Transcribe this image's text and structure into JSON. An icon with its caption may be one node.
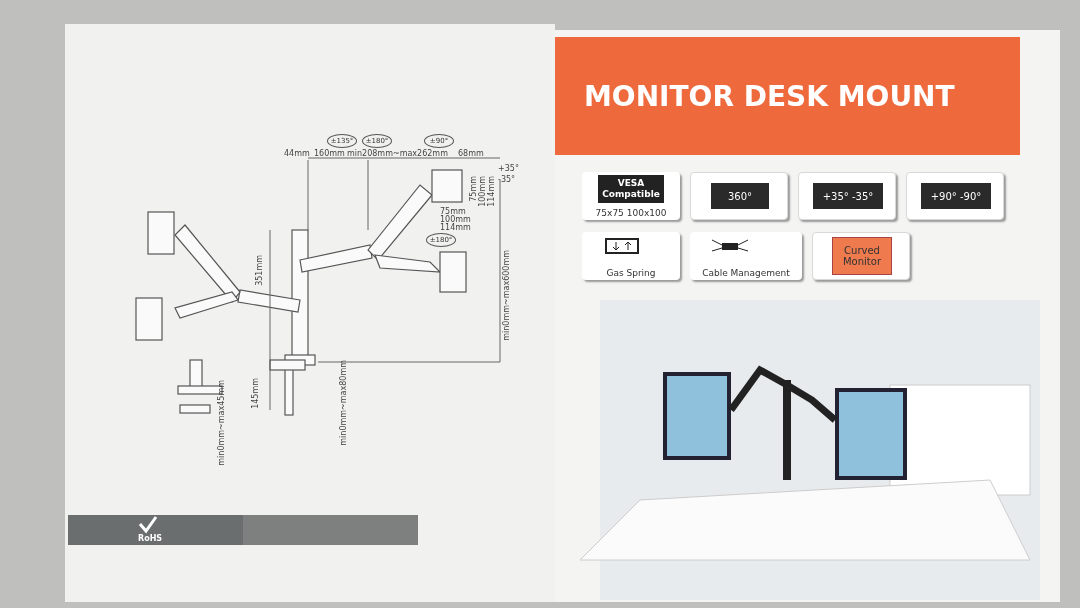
{
  "diagram": {
    "title": "MONITOR DESK MOUNT",
    "nodes": [
      {
        "text": [
          "±135°"
        ]
      },
      {
        "text": [
          "±180°"
        ]
      },
      {
        "text": [
          "±90°"
        ]
      },
      {
        "text": [
          "±180°"
        ]
      },
      {
        "text": [
          "75x75 100x100"
        ]
      },
      {
        "text": [
          "VESA Compatible"
        ],
        "in": 4
      },
      {
        "text": [],
        "shape": "box"
      },
      {
        "text": [
          "360°"
        ],
        "in": 6
      },
      {
        "text": [],
        "shape": "box"
      },
      {
        "text": [
          "+35° -35°"
        ],
        "in": 8
      },
      {
        "text": [],
        "shape": "box"
      },
      {
        "text": [
          "+90° -90°"
        ],
        "in": 10
      },
      {
        "text": [
          "Gas Spring"
        ]
      },
      {
        "text": [
          "Cable Management"
        ]
      },
      {
        "text": [],
        "shape": "box"
      },
      {
        "text": [
          "Curved Monitor"
        ],
        "in": 14
      }
    ],
    "edges": [],
    "labels": [
      "44mm",
      "160mm",
      "min208mm~max262mm",
      "68mm",
      "+35°",
      "-35°",
      "75mm",
      "100mm",
      "114mm",
      "75mm",
      "100mm",
      "114mm",
      "351mm",
      "min0mm~max600mm",
      "min0mm~max80mm",
      "145mm",
      "min0mm~max45mm",
      "RoHS"
    ]
  }
}
